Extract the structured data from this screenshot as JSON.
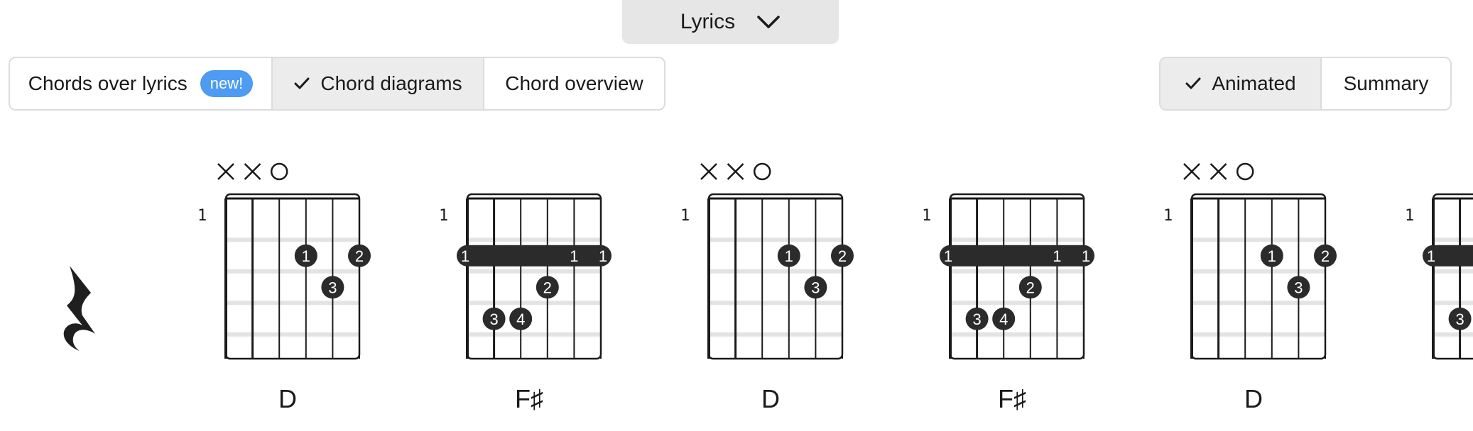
{
  "lyrics_dropdown": {
    "label": "Lyrics"
  },
  "view_tabs": [
    {
      "label": "Chords over lyrics",
      "badge": "new!",
      "active": false
    },
    {
      "label": "Chord diagrams",
      "active": true
    },
    {
      "label": "Chord overview",
      "active": false
    }
  ],
  "mode_tabs": [
    {
      "label": "Animated",
      "active": true
    },
    {
      "label": "Summary",
      "active": false
    }
  ],
  "colors": {
    "accent": "#4d9bf2",
    "dot": "#2b2b2b",
    "active_bg": "#ececec"
  },
  "chords": [
    {
      "name": "D",
      "fret_label": "1",
      "string_marks": [
        "x",
        "x",
        "o",
        "",
        "",
        ""
      ],
      "barre": null,
      "dots": [
        {
          "string": 4,
          "fret": 2,
          "finger": "1"
        },
        {
          "string": 6,
          "fret": 2,
          "finger": "2"
        },
        {
          "string": 5,
          "fret": 3,
          "finger": "3"
        }
      ]
    },
    {
      "name": "F♯",
      "fret_label": "1",
      "string_marks": [
        "",
        "",
        "",
        "",
        "",
        ""
      ],
      "barre": {
        "fret": 2,
        "labels": [
          "1",
          "1",
          "1"
        ]
      },
      "dots": [
        {
          "string": 4,
          "fret": 3,
          "finger": "2"
        },
        {
          "string": 2,
          "fret": 4,
          "finger": "3"
        },
        {
          "string": 3,
          "fret": 4,
          "finger": "4"
        }
      ]
    },
    {
      "name": "D",
      "fret_label": "1",
      "string_marks": [
        "x",
        "x",
        "o",
        "",
        "",
        ""
      ],
      "barre": null,
      "dots": [
        {
          "string": 4,
          "fret": 2,
          "finger": "1"
        },
        {
          "string": 6,
          "fret": 2,
          "finger": "2"
        },
        {
          "string": 5,
          "fret": 3,
          "finger": "3"
        }
      ]
    },
    {
      "name": "F♯",
      "fret_label": "1",
      "string_marks": [
        "",
        "",
        "",
        "",
        "",
        ""
      ],
      "barre": {
        "fret": 2,
        "labels": [
          "1",
          "1",
          "1"
        ]
      },
      "dots": [
        {
          "string": 4,
          "fret": 3,
          "finger": "2"
        },
        {
          "string": 2,
          "fret": 4,
          "finger": "3"
        },
        {
          "string": 3,
          "fret": 4,
          "finger": "4"
        }
      ]
    },
    {
      "name": "D",
      "fret_label": "1",
      "string_marks": [
        "x",
        "x",
        "o",
        "",
        "",
        ""
      ],
      "barre": null,
      "dots": [
        {
          "string": 4,
          "fret": 2,
          "finger": "1"
        },
        {
          "string": 6,
          "fret": 2,
          "finger": "2"
        },
        {
          "string": 5,
          "fret": 3,
          "finger": "3"
        }
      ]
    },
    {
      "name": "",
      "fret_label": "1",
      "string_marks": [
        "",
        "",
        "",
        "",
        "",
        ""
      ],
      "barre": {
        "fret": 2,
        "labels": [
          "1"
        ]
      },
      "dots": [
        {
          "string": 2,
          "fret": 4,
          "finger": "3"
        }
      ]
    }
  ]
}
